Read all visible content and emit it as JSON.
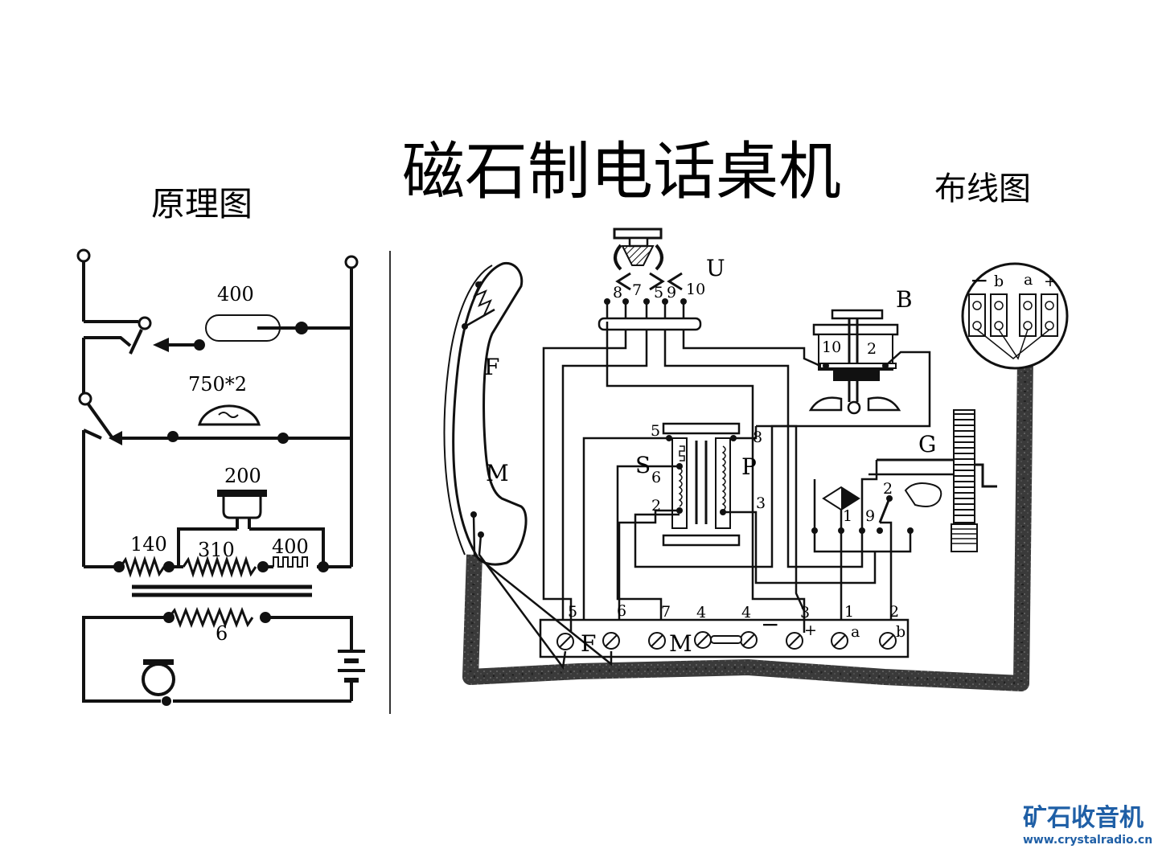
{
  "title": "磁石制电话桌机",
  "subtitle_schematic": "原理图",
  "subtitle_wiring": "布线图",
  "schematic": {
    "lbl_400_top": "400",
    "lbl_750": "750*2",
    "lbl_200": "200",
    "lbl_140": "140",
    "lbl_310": "310",
    "lbl_400_coil": "400",
    "lbl_6": "6"
  },
  "wiring": {
    "handset_F": "F",
    "handset_M": "M",
    "switch_U": "U",
    "switch_pins": [
      "8",
      "7",
      "5",
      "9",
      "10"
    ],
    "bell_B": "B",
    "bell_pins": [
      "10",
      "2"
    ],
    "rosette_labels": [
      "−",
      "b",
      "a",
      "+"
    ],
    "coil_S": "S",
    "coil_P": "P",
    "coil_pins": [
      "5",
      "8",
      "6",
      "2",
      "3"
    ],
    "generator_G": "G",
    "gen_pins": [
      "2",
      "1",
      "9"
    ],
    "terminal_numbers": [
      "5",
      "6",
      "7",
      "4",
      "4",
      "3",
      "1",
      "2"
    ],
    "terminal_letters": [
      "F",
      "M",
      "−",
      "+",
      "a",
      "b"
    ]
  },
  "watermark": {
    "name": "矿石收音机",
    "url": "www.crystalradio.cn"
  }
}
